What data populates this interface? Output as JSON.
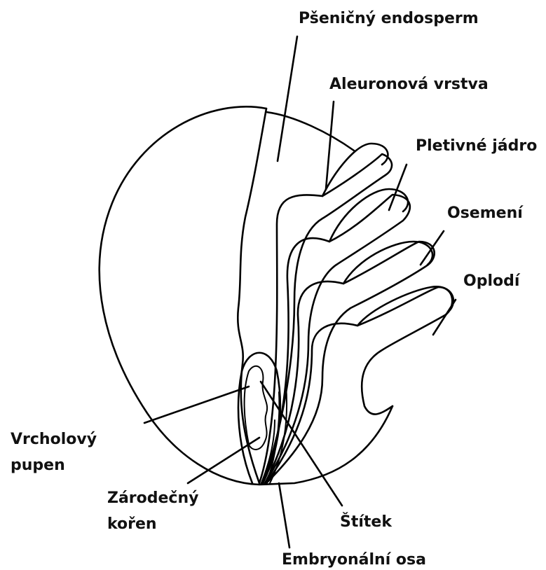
{
  "labels": {
    "wheat_endosperm": "Pšeničný endosperm",
    "aleurone_layer": "Aleuronová vrstva",
    "nucellus": "Pletivné jádro",
    "seed_coat": "Osemení",
    "pericarp": "Oplodí",
    "plumule_line1": "Vrcholový",
    "plumule_line2": "pupen",
    "radicle_line1": "Zárodečný",
    "radicle_line2": "kořen",
    "scutellum": "Štítek",
    "embryonic_axis": "Embryonální osa"
  }
}
